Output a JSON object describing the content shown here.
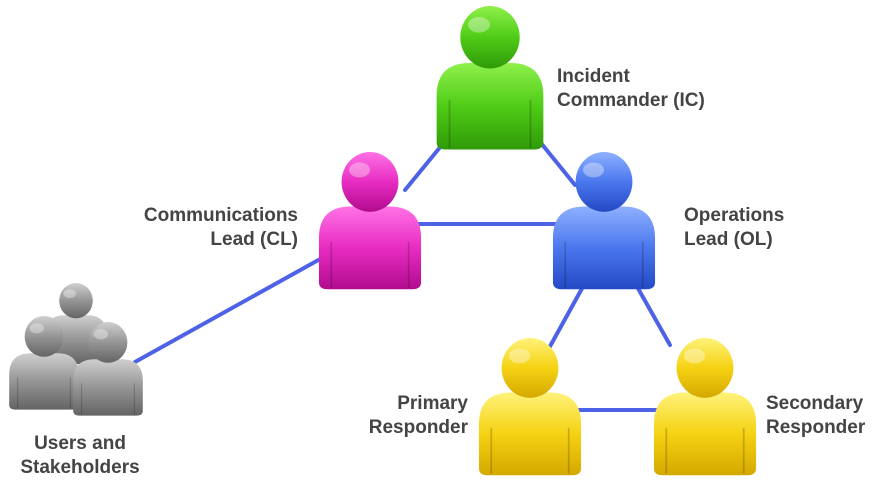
{
  "roles": {
    "ic": {
      "line1": "Incident",
      "line2": "Commander (IC)",
      "color": "#56c91e"
    },
    "cl": {
      "line1": "Communications",
      "line2": "Lead (CL)",
      "color": "#e52ac0"
    },
    "ol": {
      "line1": "Operations",
      "line2": "Lead (OL)",
      "color": "#3f6ee8"
    },
    "primary": {
      "line1": "Primary",
      "line2": "Responder",
      "color": "#f2cf12"
    },
    "secondary": {
      "line1": "Secondary",
      "line2": "Responder",
      "color": "#f2cf12"
    },
    "users": {
      "line1": "Users and",
      "line2": "Stakeholders",
      "color": "#8f8f8f"
    }
  },
  "connector_color": "#4d62e6",
  "icons": [
    "person-icon",
    "group-icon"
  ]
}
